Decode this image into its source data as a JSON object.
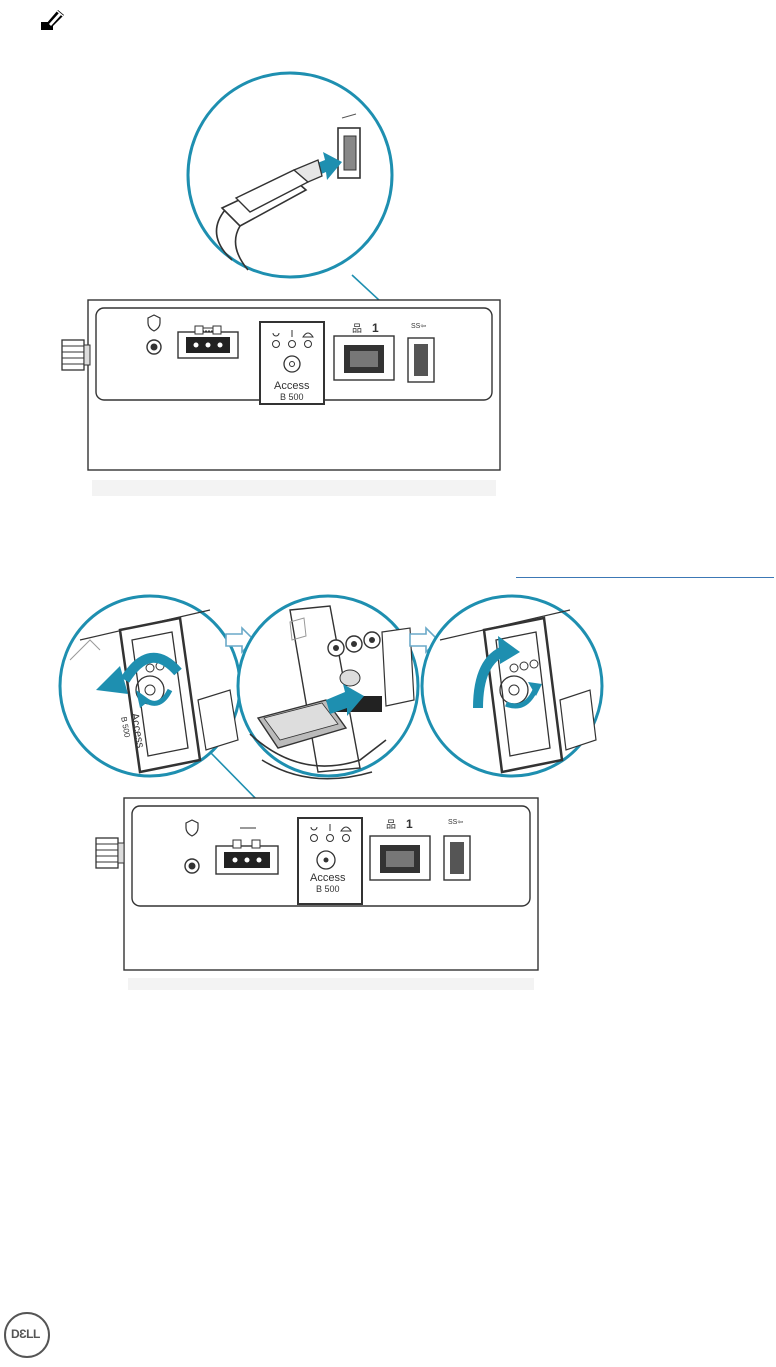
{
  "icons": {
    "note": "pencil-note-icon"
  },
  "figure1": {
    "port_labels": {
      "usb": "SS⇦",
      "lan_number": "1",
      "access_line1": "Access",
      "access_line2": "B 500"
    }
  },
  "figure2": {
    "access_line1": "Access",
    "access_line2": "B 500",
    "port_labels": {
      "usb": "SS⇦",
      "lan_number": "1",
      "access_line1": "Access",
      "access_line2": "B 500"
    }
  },
  "footer": {
    "logo_text": "DƐLL"
  },
  "colors": {
    "callout_ring": "#1e8fb0",
    "line_art": "#333333",
    "link": "#3c78b5"
  }
}
